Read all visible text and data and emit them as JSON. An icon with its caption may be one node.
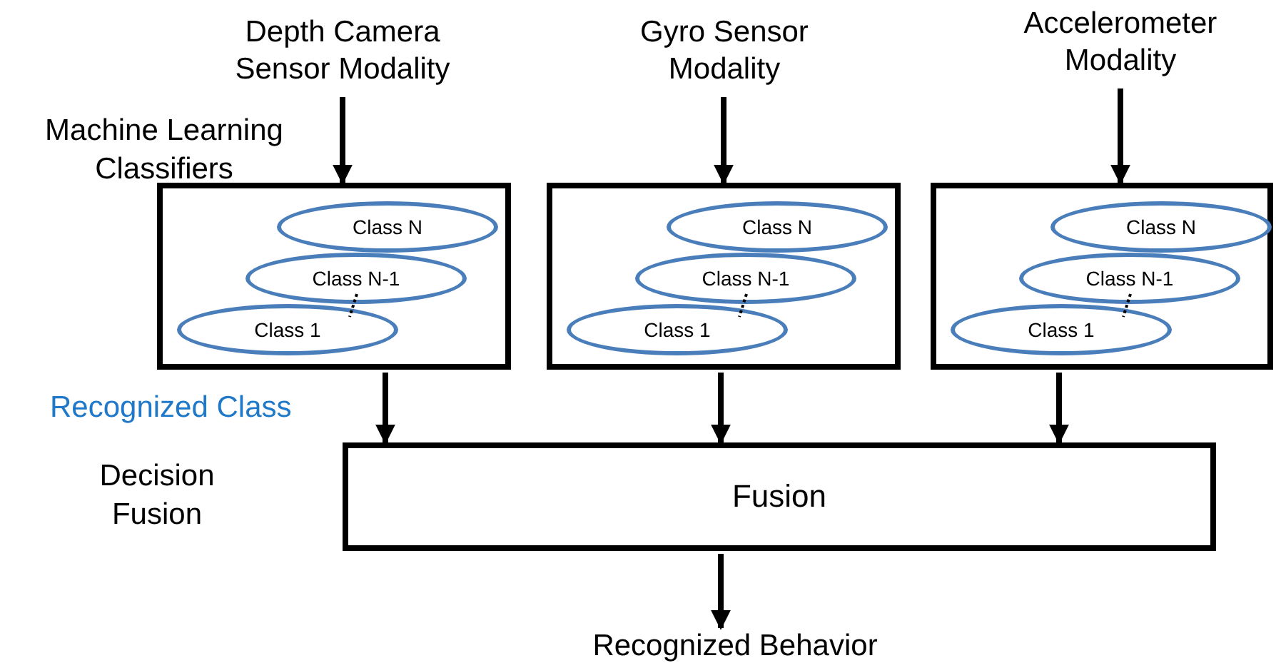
{
  "diagram": {
    "nodes": [
      {
        "text": [
          "Depth Camera Sensor Modality"
        ]
      },
      {
        "text": [
          "Gyro Sensor Modality"
        ]
      },
      {
        "text": [
          "Accelerometer Modality"
        ]
      },
      {
        "text": [],
        "shape": "box"
      },
      {
        "text": [
          "Class N"
        ],
        "in": 3
      },
      {
        "text": [
          "Class N-1"
        ],
        "in": 3
      },
      {
        "text": [
          "Class 1"
        ],
        "in": 3
      },
      {
        "text": [],
        "shape": "box"
      },
      {
        "text": [
          "Class N"
        ],
        "in": 7
      },
      {
        "text": [
          "Class N-1"
        ],
        "in": 7
      },
      {
        "text": [
          "Class 1"
        ],
        "in": 7
      },
      {
        "text": [],
        "shape": "box"
      },
      {
        "text": [
          "Class N"
        ],
        "in": 11
      },
      {
        "text": [
          "Class N-1"
        ],
        "in": 11
      },
      {
        "text": [
          "Class 1"
        ],
        "in": 11
      },
      {
        "text": [
          "Fusion"
        ]
      },
      {
        "text": [
          "Recognized Behavior"
        ]
      }
    ],
    "edges": [
      {
        "from": 0,
        "to": 3,
        "arrow": "to"
      },
      {
        "from": 1,
        "to": 7,
        "arrow": "to"
      },
      {
        "from": 2,
        "to": 11,
        "arrow": "to"
      },
      {
        "from": 3,
        "to": 15,
        "arrow": "to"
      },
      {
        "from": 7,
        "to": 15,
        "arrow": "to"
      },
      {
        "from": 11,
        "to": 15,
        "arrow": "to"
      },
      {
        "from": 15,
        "to": 16,
        "arrow": "to"
      }
    ],
    "labels": [
      "Machine Learning Classifiers",
      "Recognized Class",
      "Decision Fusion"
    ]
  }
}
